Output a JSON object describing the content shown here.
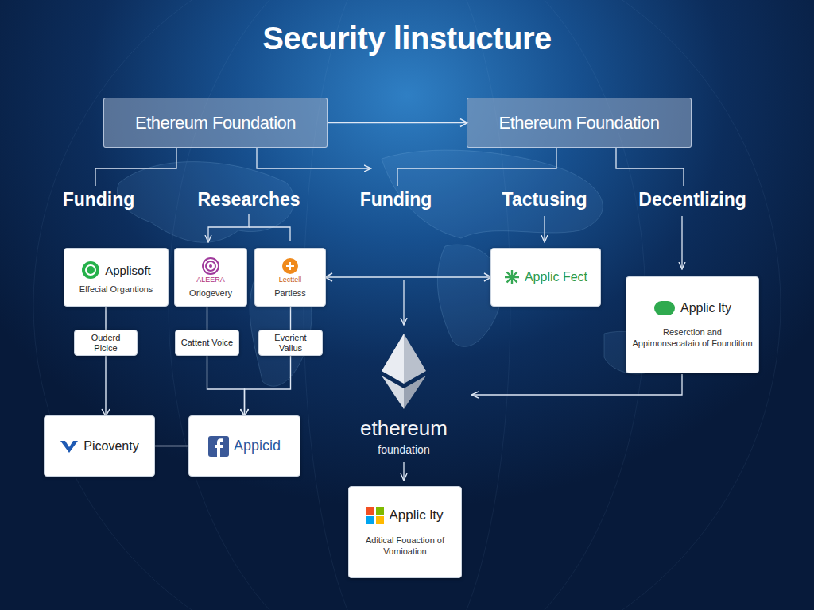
{
  "diagram": {
    "title": "Security linstucture",
    "nodes": [
      {
        "text": [
          "Ethereum Foundation"
        ]
      },
      {
        "text": [
          "Ethereum Foundation"
        ]
      },
      {
        "text": [
          "Applisoft",
          "Effecial Organtions"
        ]
      },
      {
        "text": [
          "ALEERA",
          "Oriogevery"
        ]
      },
      {
        "text": [
          "Lecttell",
          "Partiess"
        ]
      },
      {
        "text": [
          "Applic Fect"
        ]
      },
      {
        "text": [
          "Applic lty",
          "Reserction and Appimonsecataio of Foundition"
        ]
      },
      {
        "text": [
          "Ouderd Picice"
        ]
      },
      {
        "text": [
          "Cattent Voice"
        ]
      },
      {
        "text": [
          "Everient Valius"
        ]
      },
      {
        "text": [
          "Picoventy"
        ]
      },
      {
        "text": [
          "Appicid"
        ]
      },
      {
        "text": [
          "Applic lty",
          "Aditical Fouaction of Vomioation"
        ]
      }
    ],
    "edges": [
      {
        "from": 0,
        "to": 1,
        "arrow": "to"
      },
      {
        "from": 4,
        "to": 5,
        "arrow": "both"
      },
      {
        "from": 2,
        "to": 7,
        "arrow": "none"
      },
      {
        "from": 3,
        "to": 8,
        "arrow": "none"
      },
      {
        "from": 4,
        "to": 9,
        "arrow": "none"
      },
      {
        "from": 7,
        "to": 10,
        "arrow": "to"
      },
      {
        "from": 8,
        "to": 11,
        "arrow": "to"
      },
      {
        "from": 9,
        "to": 11,
        "arrow": "to"
      },
      {
        "from": 10,
        "to": 11,
        "arrow": "none"
      }
    ],
    "labels": [
      "Funding",
      "Researches",
      "Funding",
      "Tactusing",
      "Decentlizing",
      "ethereum",
      "foundation"
    ]
  }
}
